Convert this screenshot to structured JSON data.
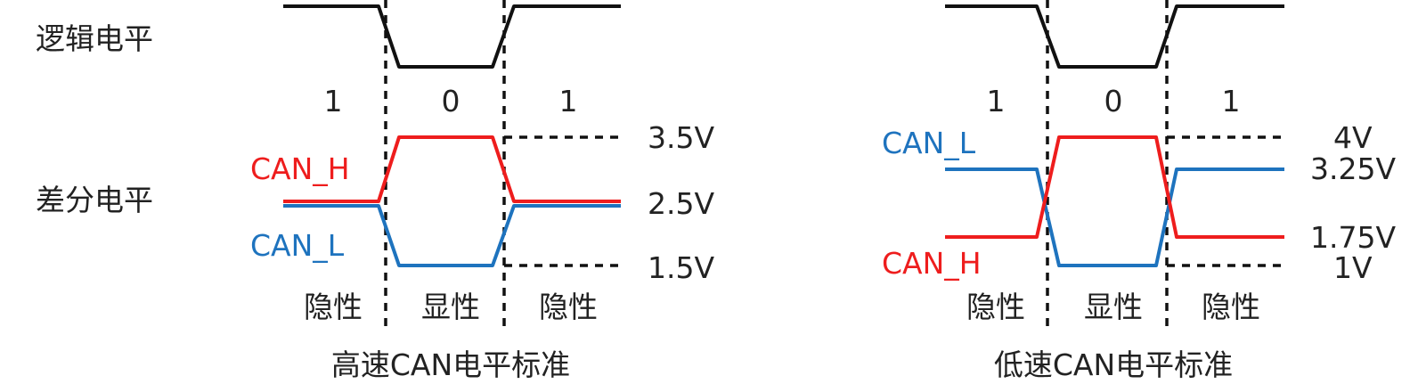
{
  "row_labels": {
    "logic": "逻辑电平",
    "diff": "差分电平"
  },
  "colors": {
    "logic": "#111111",
    "can_h": "#ee1d1d",
    "can_l": "#1e73be"
  },
  "diagrams": [
    {
      "caption": "高速CAN电平标准",
      "bits": [
        "1",
        "0",
        "1"
      ],
      "states": [
        "隐性",
        "显性",
        "隐性"
      ],
      "voltages": [
        "3.5V",
        "2.5V",
        "1.5V"
      ],
      "signal_labels": {
        "upper": "CAN_H",
        "lower": "CAN_L"
      }
    },
    {
      "caption": "低速CAN电平标准",
      "bits": [
        "1",
        "0",
        "1"
      ],
      "states": [
        "隐性",
        "显性",
        "隐性"
      ],
      "voltages": [
        "4V",
        "3.25V",
        "1.75V",
        "1V"
      ],
      "signal_labels": {
        "upper": "CAN_L",
        "lower": "CAN_H"
      }
    }
  ]
}
